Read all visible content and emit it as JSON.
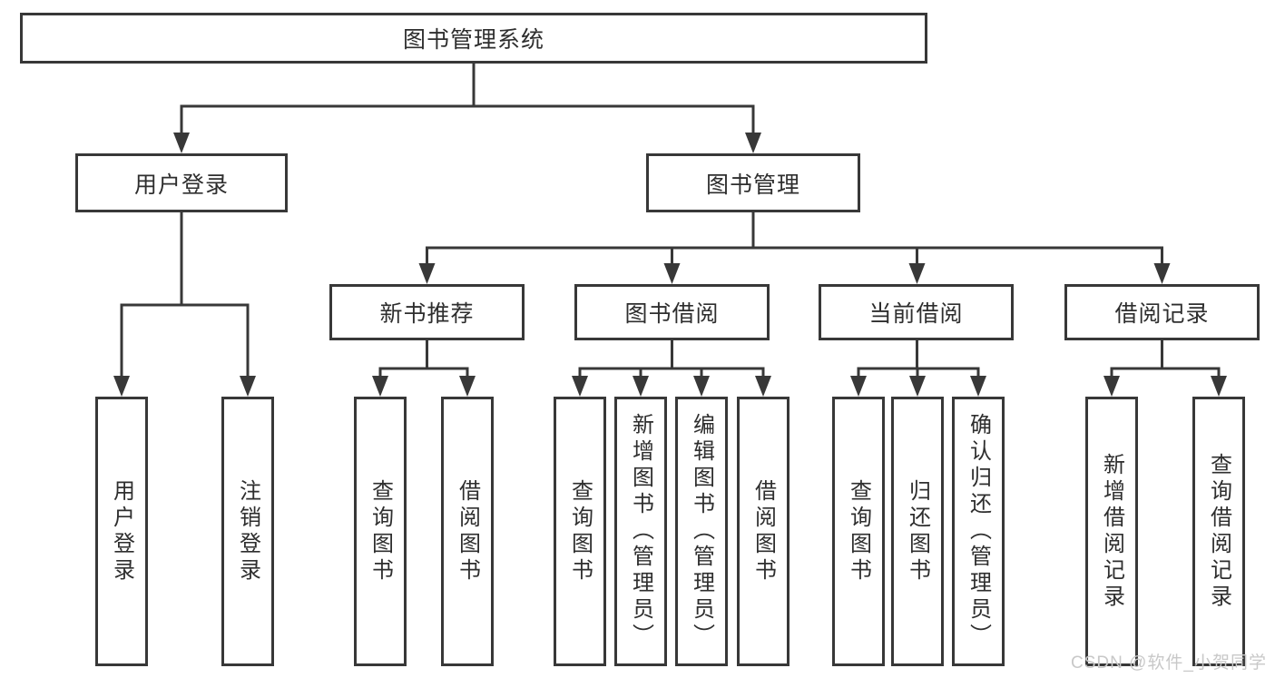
{
  "colors": {
    "line": "#383838",
    "text": "#2e2e2e",
    "background": "#ffffff",
    "watermark": "#c8c8c8"
  },
  "watermark": "CSDN @软件_小贺同学",
  "tree": {
    "root": "图书管理系统",
    "branches": [
      {
        "label": "用户登录",
        "children": [
          "用户登录",
          "注销登录"
        ]
      },
      {
        "label": "图书管理",
        "sections": [
          {
            "label": "新书推荐",
            "children": [
              "查询图书",
              "借阅图书"
            ]
          },
          {
            "label": "图书借阅",
            "children": [
              "查询图书",
              "新增图书（管理员）",
              "编辑图书（管理员）",
              "借阅图书"
            ]
          },
          {
            "label": "当前借阅",
            "children": [
              "查询图书",
              "归还图书",
              "确认归还（管理员）"
            ]
          },
          {
            "label": "借阅记录",
            "children": [
              "新增借阅记录",
              "查询借阅记录"
            ]
          }
        ]
      }
    ]
  }
}
